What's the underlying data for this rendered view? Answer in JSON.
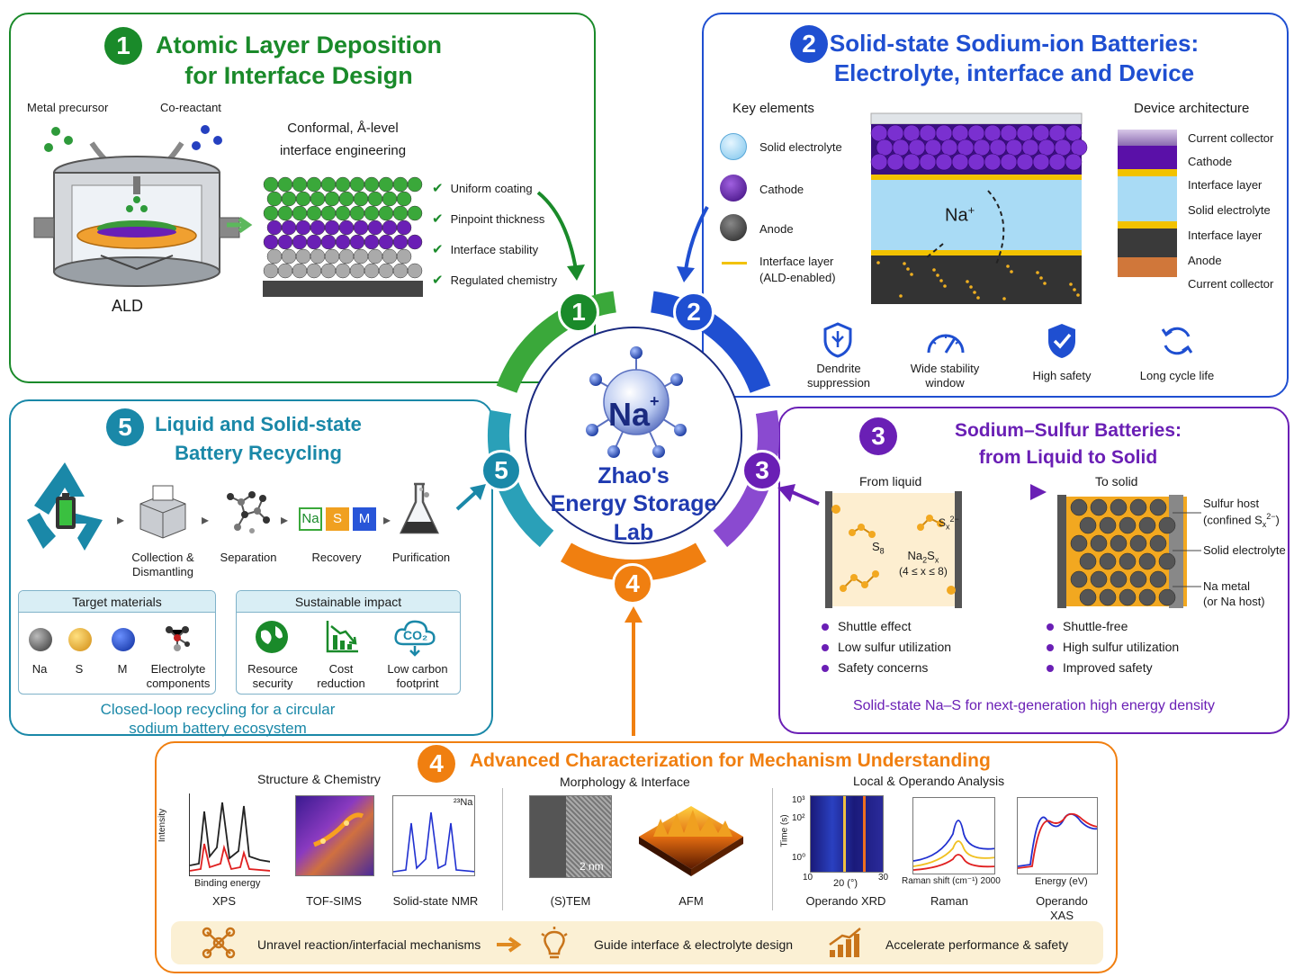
{
  "center": {
    "ion": "Na",
    "charge": "+",
    "title_lines": [
      "Zhao's",
      "Energy Storage",
      "Lab"
    ]
  },
  "ring_numbers": [
    "1",
    "2",
    "3",
    "4",
    "5"
  ],
  "colors": {
    "green": "#1a8a2a",
    "blue": "#1f4fd1",
    "purple": "#6a1fb5",
    "orange": "#f07f10",
    "teal": "#1a88a8"
  },
  "panel1": {
    "number": "1",
    "title_line1": "Atomic Layer Deposition",
    "title_line2": "for Interface Design",
    "metal_precursor": "Metal precursor",
    "co_reactant": "Co-reactant",
    "ald": "ALD",
    "conformal_line1": "Conformal, Å-level",
    "conformal_line2": "interface engineering",
    "checks": [
      "Uniform coating",
      "Pinpoint thickness",
      "Interface stability",
      "Regulated chemistry"
    ]
  },
  "panel2": {
    "number": "2",
    "title_line1": "Solid-state Sodium-ion Batteries:",
    "title_line2": "Electrolyte, interface and Device",
    "key_elements_title": "Key elements",
    "key_elements": [
      "Solid electrolyte",
      "Cathode",
      "Anode"
    ],
    "interface_line1": "Interface layer",
    "interface_line2": "(ALD-enabled)",
    "na_ion": "Na",
    "na_charge": "+",
    "device_title": "Device architecture",
    "device_layers": [
      "Current collector",
      "Cathode",
      "Interface layer",
      "Solid electrolyte",
      "Interface layer",
      "Anode",
      "Current collector"
    ],
    "features": [
      {
        "line1": "Dendrite",
        "line2": "suppression",
        "icon": "shield-icon"
      },
      {
        "line1": "Wide stability",
        "line2": "window",
        "icon": "gauge-icon"
      },
      {
        "line1": "High safety",
        "line2": "",
        "icon": "shield-check-icon"
      },
      {
        "line1": "Long cycle life",
        "line2": "",
        "icon": "cycle-icon"
      }
    ]
  },
  "panel3": {
    "number": "3",
    "title_line1": "Sodium–Sulfur Batteries:",
    "title_line2": "from Liquid to Solid",
    "from_liquid": "From liquid",
    "to_solid": "To solid",
    "s8": "S",
    "s8_sub": "8",
    "sx_sup": "2−",
    "na2sx": "Na",
    "na2sx_sub2": "2",
    "na2sx_s": "S",
    "na2sx_subx": "x",
    "range": "(4 ≤ x ≤ 8)",
    "sulfur_host_line1": "Sulfur host",
    "sulfur_host_line2": "(confined S",
    "sulfur_host_sub": "x",
    "sulfur_host_sup": "2−",
    "sulfur_host_end": ")",
    "solid_electrolyte": "Solid electrolyte",
    "na_metal_line1": "Na metal",
    "na_metal_line2": "(or Na host)",
    "liquid_bullets": [
      "Shuttle effect",
      "Low sulfur utilization",
      "Safety concerns"
    ],
    "solid_bullets": [
      "Shuttle-free",
      "High sulfur utilization",
      "Improved safety"
    ],
    "footer": "Solid-state Na–S for next-generation high energy density"
  },
  "panel4": {
    "number": "4",
    "title": "Advanced Characterization for Mechanism Understanding",
    "groups": [
      "Structure & Chemistry",
      "Morphology & Interface",
      "Local & Operando Analysis"
    ],
    "techniques": [
      {
        "name": "XPS",
        "name2": ""
      },
      {
        "name": "TOF-SIMS",
        "name2": ""
      },
      {
        "name": "Solid-state NMR",
        "name2": ""
      },
      {
        "name": "(S)TEM",
        "name2": ""
      },
      {
        "name": "AFM",
        "name2": ""
      },
      {
        "name": "Operando XRD",
        "name2": ""
      },
      {
        "name": "Raman",
        "name2": ""
      },
      {
        "name": "Operando",
        "name2": "XAS"
      }
    ],
    "xps_ylabel": "Intensity",
    "xps_xlabel": "Binding energy",
    "nmr_label": "²³Na",
    "tem_scale": "2 nm",
    "xrd_ylabel": "Time (s)",
    "xrd_yticks": [
      "10³",
      "10²",
      "10⁰"
    ],
    "xrd_xticks": [
      "10",
      "20 (°)",
      "30"
    ],
    "raman_xlabel": "Raman shift (cm⁻¹) 2000",
    "xas_xlabel": "Energy (eV)",
    "flow": [
      "Unravel reaction/interfacial mechanisms",
      "Guide interface & electrolyte design",
      "Accelerate performance & safety"
    ]
  },
  "panel5": {
    "number": "5",
    "title_line1": "Liquid and Solid-state",
    "title_line2": "Battery Recycling",
    "steps": [
      {
        "line1": "Collection &",
        "line2": "Dismantling"
      },
      {
        "line1": "Separation",
        "line2": ""
      },
      {
        "line1": "Recovery",
        "line2": ""
      },
      {
        "line1": "Purification",
        "line2": ""
      }
    ],
    "recovery_tiles": [
      "Na",
      "S",
      "M"
    ],
    "target_title": "Target materials",
    "targets": [
      {
        "line1": "Na",
        "line2": ""
      },
      {
        "line1": "S",
        "line2": ""
      },
      {
        "line1": "M",
        "line2": ""
      },
      {
        "line1": "Electrolyte",
        "line2": "components"
      }
    ],
    "impact_title": "Sustainable impact",
    "impacts": [
      {
        "line1": "Resource",
        "line2": "security",
        "icon": "globe-icon"
      },
      {
        "line1": "Cost",
        "line2": "reduction",
        "icon": "chart-down-icon"
      },
      {
        "line1": "Low carbon",
        "line2": "footprint",
        "icon": "co2-cloud-icon"
      }
    ],
    "co2": "CO₂",
    "footer_line1": "Closed-loop recycling for a circular",
    "footer_line2": "sodium battery ecosystem"
  }
}
